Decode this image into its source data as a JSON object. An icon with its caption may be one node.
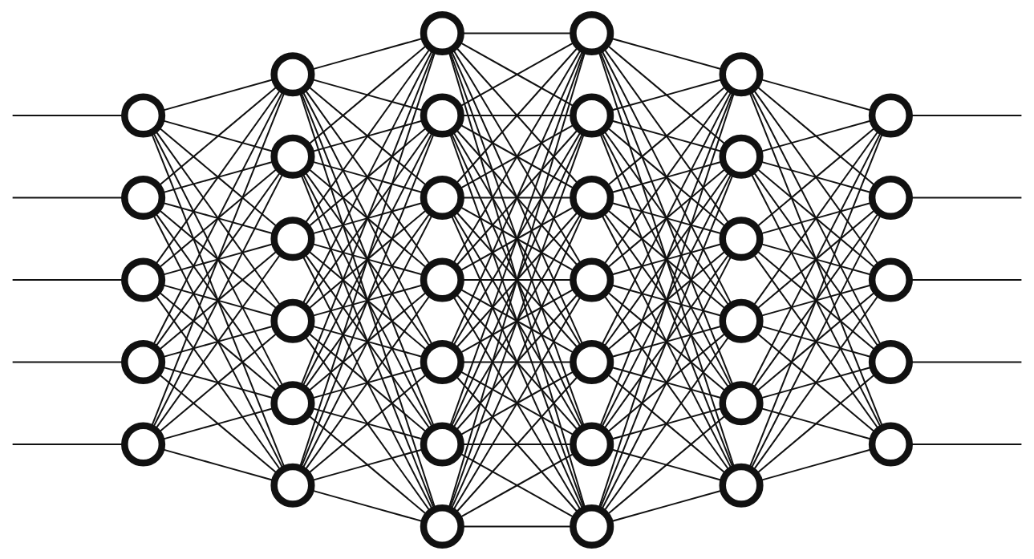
{
  "diagram": {
    "nodes": [
      {
        "text": [],
        "shape": "circle"
      },
      {
        "text": [],
        "shape": "circle"
      },
      {
        "text": [],
        "shape": "circle"
      },
      {
        "text": [],
        "shape": "circle"
      },
      {
        "text": [],
        "shape": "circle"
      },
      {
        "text": [],
        "shape": "circle"
      },
      {
        "text": [],
        "shape": "circle"
      },
      {
        "text": [],
        "shape": "circle"
      },
      {
        "text": [],
        "shape": "circle"
      },
      {
        "text": [],
        "shape": "circle"
      },
      {
        "text": [],
        "shape": "circle"
      },
      {
        "text": [],
        "shape": "circle"
      },
      {
        "text": [],
        "shape": "circle"
      },
      {
        "text": [],
        "shape": "circle"
      },
      {
        "text": [],
        "shape": "circle"
      },
      {
        "text": [],
        "shape": "circle"
      },
      {
        "text": [],
        "shape": "circle"
      },
      {
        "text": [],
        "shape": "circle"
      },
      {
        "text": [],
        "shape": "circle"
      },
      {
        "text": [],
        "shape": "circle"
      },
      {
        "text": [],
        "shape": "circle"
      },
      {
        "text": [],
        "shape": "circle"
      },
      {
        "text": [],
        "shape": "circle"
      },
      {
        "text": [],
        "shape": "circle"
      },
      {
        "text": [],
        "shape": "circle"
      },
      {
        "text": [],
        "shape": "circle"
      },
      {
        "text": [],
        "shape": "circle"
      },
      {
        "text": [],
        "shape": "circle"
      },
      {
        "text": [],
        "shape": "circle"
      },
      {
        "text": [],
        "shape": "circle"
      },
      {
        "text": [],
        "shape": "circle"
      },
      {
        "text": [],
        "shape": "circle"
      },
      {
        "text": [],
        "shape": "circle"
      },
      {
        "text": [],
        "shape": "circle"
      },
      {
        "text": [],
        "shape": "circle"
      },
      {
        "text": [],
        "shape": "circle"
      }
    ],
    "edges": [
      {
        "from": null,
        "to": 0,
        "arrow": "none"
      },
      {
        "from": null,
        "to": 1,
        "arrow": "none"
      },
      {
        "from": null,
        "to": 2,
        "arrow": "none"
      },
      {
        "from": null,
        "to": 3,
        "arrow": "none"
      },
      {
        "from": null,
        "to": 4,
        "arrow": "none"
      },
      {
        "from": 0,
        "to": 5,
        "arrow": "none"
      },
      {
        "from": 0,
        "to": 6,
        "arrow": "none"
      },
      {
        "from": 0,
        "to": 7,
        "arrow": "none"
      },
      {
        "from": 0,
        "to": 8,
        "arrow": "none"
      },
      {
        "from": 0,
        "to": 9,
        "arrow": "none"
      },
      {
        "from": 0,
        "to": 10,
        "arrow": "none"
      },
      {
        "from": 1,
        "to": 5,
        "arrow": "none"
      },
      {
        "from": 1,
        "to": 6,
        "arrow": "none"
      },
      {
        "from": 1,
        "to": 7,
        "arrow": "none"
      },
      {
        "from": 1,
        "to": 8,
        "arrow": "none"
      },
      {
        "from": 1,
        "to": 9,
        "arrow": "none"
      },
      {
        "from": 1,
        "to": 10,
        "arrow": "none"
      },
      {
        "from": 2,
        "to": 5,
        "arrow": "none"
      },
      {
        "from": 2,
        "to": 6,
        "arrow": "none"
      },
      {
        "from": 2,
        "to": 7,
        "arrow": "none"
      },
      {
        "from": 2,
        "to": 8,
        "arrow": "none"
      },
      {
        "from": 2,
        "to": 9,
        "arrow": "none"
      },
      {
        "from": 2,
        "to": 10,
        "arrow": "none"
      },
      {
        "from": 3,
        "to": 5,
        "arrow": "none"
      },
      {
        "from": 3,
        "to": 6,
        "arrow": "none"
      },
      {
        "from": 3,
        "to": 7,
        "arrow": "none"
      },
      {
        "from": 3,
        "to": 8,
        "arrow": "none"
      },
      {
        "from": 3,
        "to": 9,
        "arrow": "none"
      },
      {
        "from": 3,
        "to": 10,
        "arrow": "none"
      },
      {
        "from": 4,
        "to": 5,
        "arrow": "none"
      },
      {
        "from": 4,
        "to": 6,
        "arrow": "none"
      },
      {
        "from": 4,
        "to": 7,
        "arrow": "none"
      },
      {
        "from": 4,
        "to": 8,
        "arrow": "none"
      },
      {
        "from": 4,
        "to": 9,
        "arrow": "none"
      },
      {
        "from": 4,
        "to": 10,
        "arrow": "none"
      },
      {
        "from": 5,
        "to": 11,
        "arrow": "none"
      },
      {
        "from": 5,
        "to": 12,
        "arrow": "none"
      },
      {
        "from": 5,
        "to": 13,
        "arrow": "none"
      },
      {
        "from": 5,
        "to": 14,
        "arrow": "none"
      },
      {
        "from": 5,
        "to": 15,
        "arrow": "none"
      },
      {
        "from": 5,
        "to": 16,
        "arrow": "none"
      },
      {
        "from": 5,
        "to": 17,
        "arrow": "none"
      },
      {
        "from": 6,
        "to": 11,
        "arrow": "none"
      },
      {
        "from": 6,
        "to": 12,
        "arrow": "none"
      },
      {
        "from": 6,
        "to": 13,
        "arrow": "none"
      },
      {
        "from": 6,
        "to": 14,
        "arrow": "none"
      },
      {
        "from": 6,
        "to": 15,
        "arrow": "none"
      },
      {
        "from": 6,
        "to": 16,
        "arrow": "none"
      },
      {
        "from": 6,
        "to": 17,
        "arrow": "none"
      },
      {
        "from": 7,
        "to": 11,
        "arrow": "none"
      },
      {
        "from": 7,
        "to": 12,
        "arrow": "none"
      },
      {
        "from": 7,
        "to": 13,
        "arrow": "none"
      },
      {
        "from": 7,
        "to": 14,
        "arrow": "none"
      },
      {
        "from": 7,
        "to": 15,
        "arrow": "none"
      },
      {
        "from": 7,
        "to": 16,
        "arrow": "none"
      },
      {
        "from": 7,
        "to": 17,
        "arrow": "none"
      },
      {
        "from": 8,
        "to": 11,
        "arrow": "none"
      },
      {
        "from": 8,
        "to": 12,
        "arrow": "none"
      },
      {
        "from": 8,
        "to": 13,
        "arrow": "none"
      },
      {
        "from": 8,
        "to": 14,
        "arrow": "none"
      },
      {
        "from": 8,
        "to": 15,
        "arrow": "none"
      },
      {
        "from": 8,
        "to": 16,
        "arrow": "none"
      },
      {
        "from": 8,
        "to": 17,
        "arrow": "none"
      },
      {
        "from": 9,
        "to": 11,
        "arrow": "none"
      },
      {
        "from": 9,
        "to": 12,
        "arrow": "none"
      },
      {
        "from": 9,
        "to": 13,
        "arrow": "none"
      },
      {
        "from": 9,
        "to": 14,
        "arrow": "none"
      },
      {
        "from": 9,
        "to": 15,
        "arrow": "none"
      },
      {
        "from": 9,
        "to": 16,
        "arrow": "none"
      },
      {
        "from": 9,
        "to": 17,
        "arrow": "none"
      },
      {
        "from": 10,
        "to": 11,
        "arrow": "none"
      },
      {
        "from": 10,
        "to": 12,
        "arrow": "none"
      },
      {
        "from": 10,
        "to": 13,
        "arrow": "none"
      },
      {
        "from": 10,
        "to": 14,
        "arrow": "none"
      },
      {
        "from": 10,
        "to": 15,
        "arrow": "none"
      },
      {
        "from": 10,
        "to": 16,
        "arrow": "none"
      },
      {
        "from": 10,
        "to": 17,
        "arrow": "none"
      },
      {
        "from": 11,
        "to": 18,
        "arrow": "none"
      },
      {
        "from": 11,
        "to": 19,
        "arrow": "none"
      },
      {
        "from": 11,
        "to": 20,
        "arrow": "none"
      },
      {
        "from": 11,
        "to": 21,
        "arrow": "none"
      },
      {
        "from": 11,
        "to": 22,
        "arrow": "none"
      },
      {
        "from": 11,
        "to": 23,
        "arrow": "none"
      },
      {
        "from": 11,
        "to": 24,
        "arrow": "none"
      },
      {
        "from": 12,
        "to": 18,
        "arrow": "none"
      },
      {
        "from": 12,
        "to": 19,
        "arrow": "none"
      },
      {
        "from": 12,
        "to": 20,
        "arrow": "none"
      },
      {
        "from": 12,
        "to": 21,
        "arrow": "none"
      },
      {
        "from": 12,
        "to": 22,
        "arrow": "none"
      },
      {
        "from": 12,
        "to": 23,
        "arrow": "none"
      },
      {
        "from": 12,
        "to": 24,
        "arrow": "none"
      },
      {
        "from": 13,
        "to": 18,
        "arrow": "none"
      },
      {
        "from": 13,
        "to": 19,
        "arrow": "none"
      },
      {
        "from": 13,
        "to": 20,
        "arrow": "none"
      },
      {
        "from": 13,
        "to": 21,
        "arrow": "none"
      },
      {
        "from": 13,
        "to": 22,
        "arrow": "none"
      },
      {
        "from": 13,
        "to": 23,
        "arrow": "none"
      },
      {
        "from": 13,
        "to": 24,
        "arrow": "none"
      },
      {
        "from": 14,
        "to": 18,
        "arrow": "none"
      },
      {
        "from": 14,
        "to": 19,
        "arrow": "none"
      },
      {
        "from": 14,
        "to": 20,
        "arrow": "none"
      },
      {
        "from": 14,
        "to": 21,
        "arrow": "none"
      },
      {
        "from": 14,
        "to": 22,
        "arrow": "none"
      },
      {
        "from": 14,
        "to": 23,
        "arrow": "none"
      },
      {
        "from": 14,
        "to": 24,
        "arrow": "none"
      },
      {
        "from": 15,
        "to": 18,
        "arrow": "none"
      },
      {
        "from": 15,
        "to": 19,
        "arrow": "none"
      },
      {
        "from": 15,
        "to": 20,
        "arrow": "none"
      },
      {
        "from": 15,
        "to": 21,
        "arrow": "none"
      },
      {
        "from": 15,
        "to": 22,
        "arrow": "none"
      },
      {
        "from": 15,
        "to": 23,
        "arrow": "none"
      },
      {
        "from": 15,
        "to": 24,
        "arrow": "none"
      },
      {
        "from": 16,
        "to": 18,
        "arrow": "none"
      },
      {
        "from": 16,
        "to": 19,
        "arrow": "none"
      },
      {
        "from": 16,
        "to": 20,
        "arrow": "none"
      },
      {
        "from": 16,
        "to": 21,
        "arrow": "none"
      },
      {
        "from": 16,
        "to": 22,
        "arrow": "none"
      },
      {
        "from": 16,
        "to": 23,
        "arrow": "none"
      },
      {
        "from": 16,
        "to": 24,
        "arrow": "none"
      },
      {
        "from": 17,
        "to": 18,
        "arrow": "none"
      },
      {
        "from": 17,
        "to": 19,
        "arrow": "none"
      },
      {
        "from": 17,
        "to": 20,
        "arrow": "none"
      },
      {
        "from": 17,
        "to": 21,
        "arrow": "none"
      },
      {
        "from": 17,
        "to": 22,
        "arrow": "none"
      },
      {
        "from": 17,
        "to": 23,
        "arrow": "none"
      },
      {
        "from": 17,
        "to": 24,
        "arrow": "none"
      },
      {
        "from": 18,
        "to": 25,
        "arrow": "none"
      },
      {
        "from": 18,
        "to": 26,
        "arrow": "none"
      },
      {
        "from": 18,
        "to": 27,
        "arrow": "none"
      },
      {
        "from": 18,
        "to": 28,
        "arrow": "none"
      },
      {
        "from": 18,
        "to": 29,
        "arrow": "none"
      },
      {
        "from": 18,
        "to": 30,
        "arrow": "none"
      },
      {
        "from": 19,
        "to": 25,
        "arrow": "none"
      },
      {
        "from": 19,
        "to": 26,
        "arrow": "none"
      },
      {
        "from": 19,
        "to": 27,
        "arrow": "none"
      },
      {
        "from": 19,
        "to": 28,
        "arrow": "none"
      },
      {
        "from": 19,
        "to": 29,
        "arrow": "none"
      },
      {
        "from": 19,
        "to": 30,
        "arrow": "none"
      },
      {
        "from": 20,
        "to": 25,
        "arrow": "none"
      },
      {
        "from": 20,
        "to": 26,
        "arrow": "none"
      },
      {
        "from": 20,
        "to": 27,
        "arrow": "none"
      },
      {
        "from": 20,
        "to": 28,
        "arrow": "none"
      },
      {
        "from": 20,
        "to": 29,
        "arrow": "none"
      },
      {
        "from": 20,
        "to": 30,
        "arrow": "none"
      },
      {
        "from": 21,
        "to": 25,
        "arrow": "none"
      },
      {
        "from": 21,
        "to": 26,
        "arrow": "none"
      },
      {
        "from": 21,
        "to": 27,
        "arrow": "none"
      },
      {
        "from": 21,
        "to": 28,
        "arrow": "none"
      },
      {
        "from": 21,
        "to": 29,
        "arrow": "none"
      },
      {
        "from": 21,
        "to": 30,
        "arrow": "none"
      },
      {
        "from": 22,
        "to": 25,
        "arrow": "none"
      },
      {
        "from": 22,
        "to": 26,
        "arrow": "none"
      },
      {
        "from": 22,
        "to": 27,
        "arrow": "none"
      },
      {
        "from": 22,
        "to": 28,
        "arrow": "none"
      },
      {
        "from": 22,
        "to": 29,
        "arrow": "none"
      },
      {
        "from": 22,
        "to": 30,
        "arrow": "none"
      },
      {
        "from": 23,
        "to": 25,
        "arrow": "none"
      },
      {
        "from": 23,
        "to": 26,
        "arrow": "none"
      },
      {
        "from": 23,
        "to": 27,
        "arrow": "none"
      },
      {
        "from": 23,
        "to": 28,
        "arrow": "none"
      },
      {
        "from": 23,
        "to": 29,
        "arrow": "none"
      },
      {
        "from": 23,
        "to": 30,
        "arrow": "none"
      },
      {
        "from": 24,
        "to": 25,
        "arrow": "none"
      },
      {
        "from": 24,
        "to": 26,
        "arrow": "none"
      },
      {
        "from": 24,
        "to": 27,
        "arrow": "none"
      },
      {
        "from": 24,
        "to": 28,
        "arrow": "none"
      },
      {
        "from": 24,
        "to": 29,
        "arrow": "none"
      },
      {
        "from": 24,
        "to": 30,
        "arrow": "none"
      },
      {
        "from": 25,
        "to": 31,
        "arrow": "none"
      },
      {
        "from": 25,
        "to": 32,
        "arrow": "none"
      },
      {
        "from": 25,
        "to": 33,
        "arrow": "none"
      },
      {
        "from": 25,
        "to": 34,
        "arrow": "none"
      },
      {
        "from": 25,
        "to": 35,
        "arrow": "none"
      },
      {
        "from": 26,
        "to": 31,
        "arrow": "none"
      },
      {
        "from": 26,
        "to": 32,
        "arrow": "none"
      },
      {
        "from": 26,
        "to": 33,
        "arrow": "none"
      },
      {
        "from": 26,
        "to": 34,
        "arrow": "none"
      },
      {
        "from": 26,
        "to": 35,
        "arrow": "none"
      },
      {
        "from": 27,
        "to": 31,
        "arrow": "none"
      },
      {
        "from": 27,
        "to": 32,
        "arrow": "none"
      },
      {
        "from": 27,
        "to": 33,
        "arrow": "none"
      },
      {
        "from": 27,
        "to": 34,
        "arrow": "none"
      },
      {
        "from": 27,
        "to": 35,
        "arrow": "none"
      },
      {
        "from": 28,
        "to": 31,
        "arrow": "none"
      },
      {
        "from": 28,
        "to": 32,
        "arrow": "none"
      },
      {
        "from": 28,
        "to": 33,
        "arrow": "none"
      },
      {
        "from": 28,
        "to": 34,
        "arrow": "none"
      },
      {
        "from": 28,
        "to": 35,
        "arrow": "none"
      },
      {
        "from": 29,
        "to": 31,
        "arrow": "none"
      },
      {
        "from": 29,
        "to": 32,
        "arrow": "none"
      },
      {
        "from": 29,
        "to": 33,
        "arrow": "none"
      },
      {
        "from": 29,
        "to": 34,
        "arrow": "none"
      },
      {
        "from": 29,
        "to": 35,
        "arrow": "none"
      },
      {
        "from": 30,
        "to": 31,
        "arrow": "none"
      },
      {
        "from": 30,
        "to": 32,
        "arrow": "none"
      },
      {
        "from": 30,
        "to": 33,
        "arrow": "none"
      },
      {
        "from": 30,
        "to": 34,
        "arrow": "none"
      },
      {
        "from": 30,
        "to": 35,
        "arrow": "none"
      },
      {
        "from": 31,
        "to": null,
        "arrow": "none"
      },
      {
        "from": 32,
        "to": null,
        "arrow": "none"
      },
      {
        "from": 33,
        "to": null,
        "arrow": "none"
      },
      {
        "from": 34,
        "to": null,
        "arrow": "none"
      },
      {
        "from": 35,
        "to": null,
        "arrow": "none"
      }
    ]
  }
}
